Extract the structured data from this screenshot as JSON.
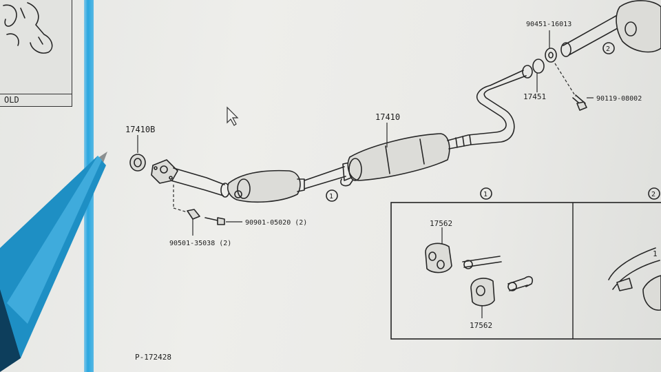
{
  "diagram": {
    "thumbnail_label": "OLD",
    "part_labels": {
      "gasket_17410B": "17410B",
      "pipe_17410": "17410",
      "nut_90501": "90501-35038 (2)",
      "bolt_90901": "90901-05020 (2)",
      "gasket_90451": "90451-16013",
      "gasket_17451": "17451",
      "bolt_90119": "90119-08002"
    },
    "callouts": {
      "main": "1",
      "main_tail": "2",
      "detail_1": "1",
      "detail_2": "2"
    },
    "detail_1_labels": {
      "top": "17562",
      "bottom": "17562"
    },
    "detail_2_label_partial": "1",
    "illustration_code": "P-172428",
    "colors": {
      "accent_bar": "#2aa7e0",
      "line": "#262626",
      "pen_body": "#1e8fc4"
    }
  }
}
